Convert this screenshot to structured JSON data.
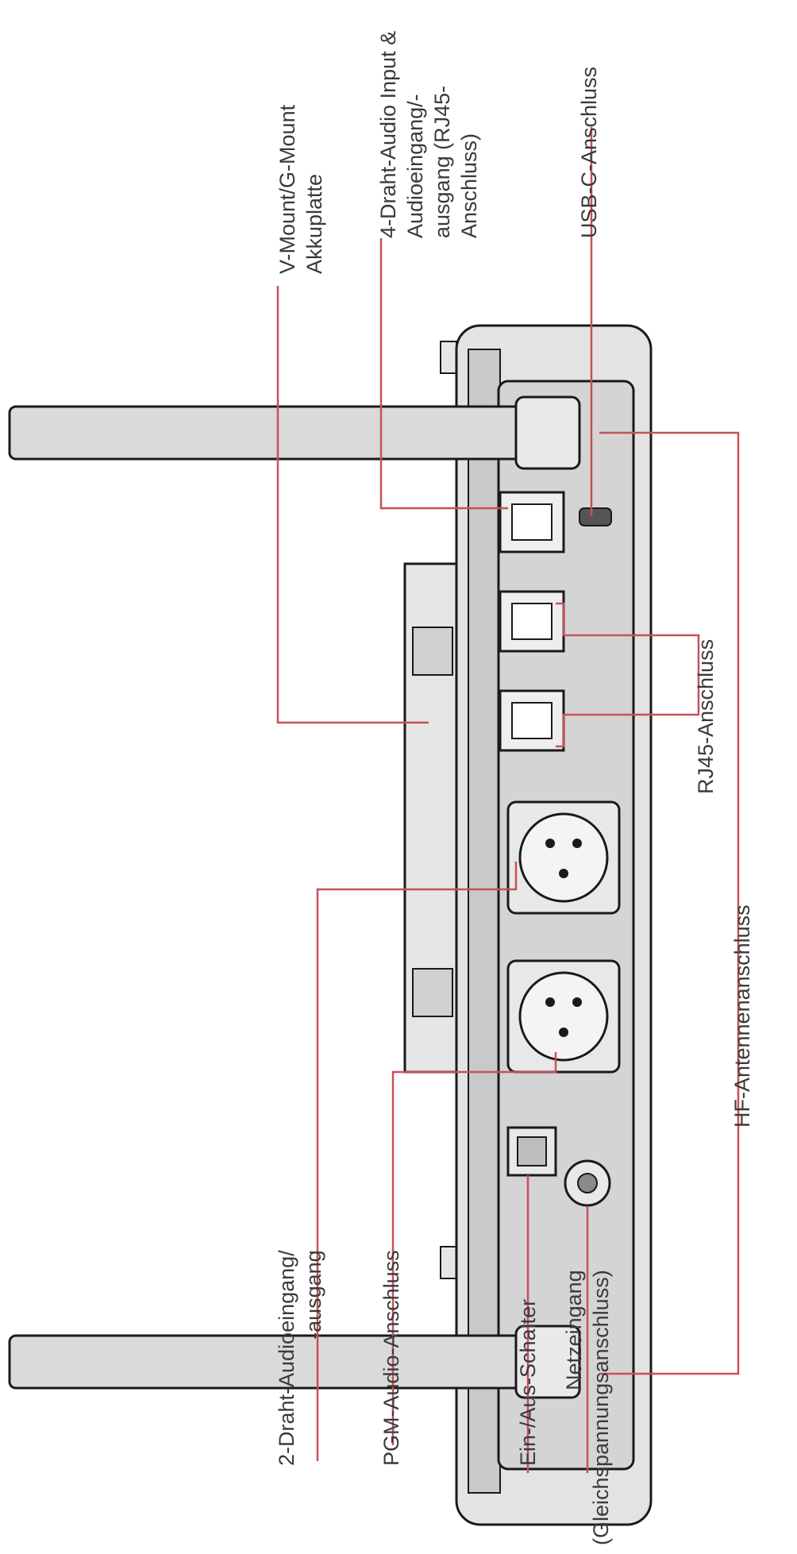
{
  "labels": {
    "battery_plate": [
      "V-Mount/G-Mount",
      "Akkuplatte"
    ],
    "four_wire_audio": [
      "4-Draht-Audio Input &",
      "Audioeingang/-",
      "ausgang (RJ45-",
      "Anschluss)"
    ],
    "usb_c": [
      "USB-C-Anschluss"
    ],
    "rj45_interface": [
      "RJ45-Anschluss"
    ],
    "hf_antenna": [
      "HF-Antennenanschluss"
    ],
    "two_wire_audio": [
      "2-Draht-Audioeingang/",
      "-ausgang"
    ],
    "pgm_audio": [
      "PGM-Audio-Anschluss"
    ],
    "power_switch": [
      "Ein-/Aus-Schalter"
    ],
    "power_input": [
      "Netzeingang",
      "(Gleichspannungsanschluss)"
    ]
  },
  "colors": {
    "body_fill": "#e3e3e3",
    "body_outline": "#1a1a1a",
    "panel_fill": "#d4d4d4",
    "antenna_fill": "#dadada",
    "leader_line": "#c8505a",
    "label_text": "#3a3a3a"
  }
}
